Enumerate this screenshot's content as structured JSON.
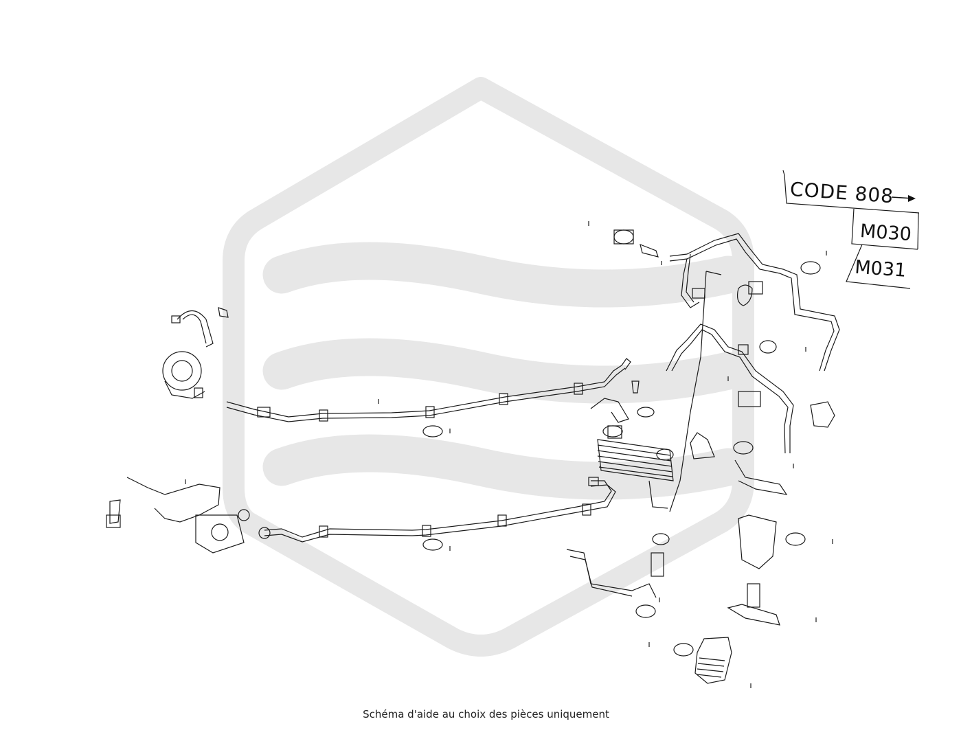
{
  "diagram": {
    "caption": "Schéma d'aide au choix des pièces uniquement",
    "code_label": "CODE 808",
    "code_rows": [
      "M030",
      "M031"
    ],
    "watermark_color": "#e6e6e6",
    "line_color": "#1a1a1a"
  }
}
